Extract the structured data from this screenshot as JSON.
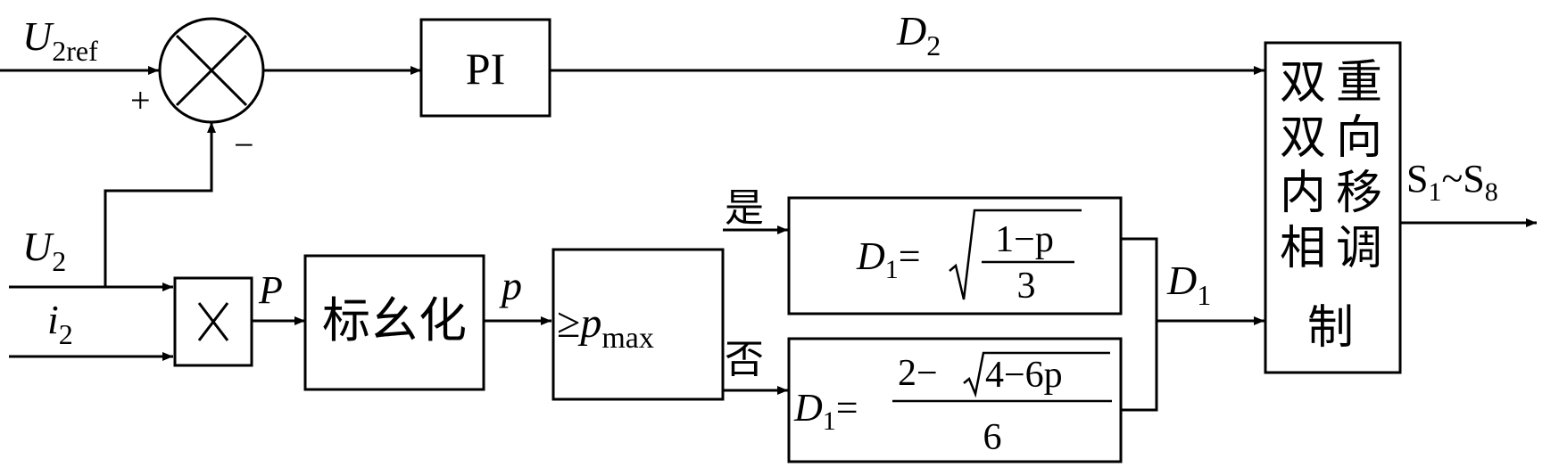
{
  "signals": {
    "u2ref": {
      "main": "U",
      "sub": "2ref"
    },
    "plus": "+",
    "minus": "−",
    "d2": {
      "main": "D",
      "sub": "2"
    },
    "u2": {
      "main": "U",
      "sub": "2"
    },
    "i2": {
      "main": "i",
      "sub": "2"
    },
    "P": "P",
    "p": "p",
    "yes": "是",
    "no": "否",
    "d1": {
      "main": "D",
      "sub": "1"
    },
    "output": {
      "s": "S",
      "sub1": "1",
      "tilde": "~",
      "sub2": "8"
    }
  },
  "blocks": {
    "summer_symbol": "×",
    "pi": "PI",
    "multiplier": "×",
    "normalize": "标幺化",
    "compare": {
      "sym": "≥",
      "var": "p",
      "sub": "max"
    },
    "formula_upper": {
      "lhs_main": "D",
      "lhs_sub": "1",
      "eq": "=",
      "numerator": "1−p",
      "denominator": "3"
    },
    "formula_lower": {
      "lhs_main": "D",
      "lhs_sub": "1",
      "eq": "=",
      "num_pre": "2−",
      "num_rad": "4−6p",
      "denominator": "6"
    },
    "modulation": {
      "col1": [
        "双",
        "双",
        "内",
        "相"
      ],
      "col2": [
        "重",
        "向",
        "移",
        "调",
        "制"
      ]
    }
  }
}
